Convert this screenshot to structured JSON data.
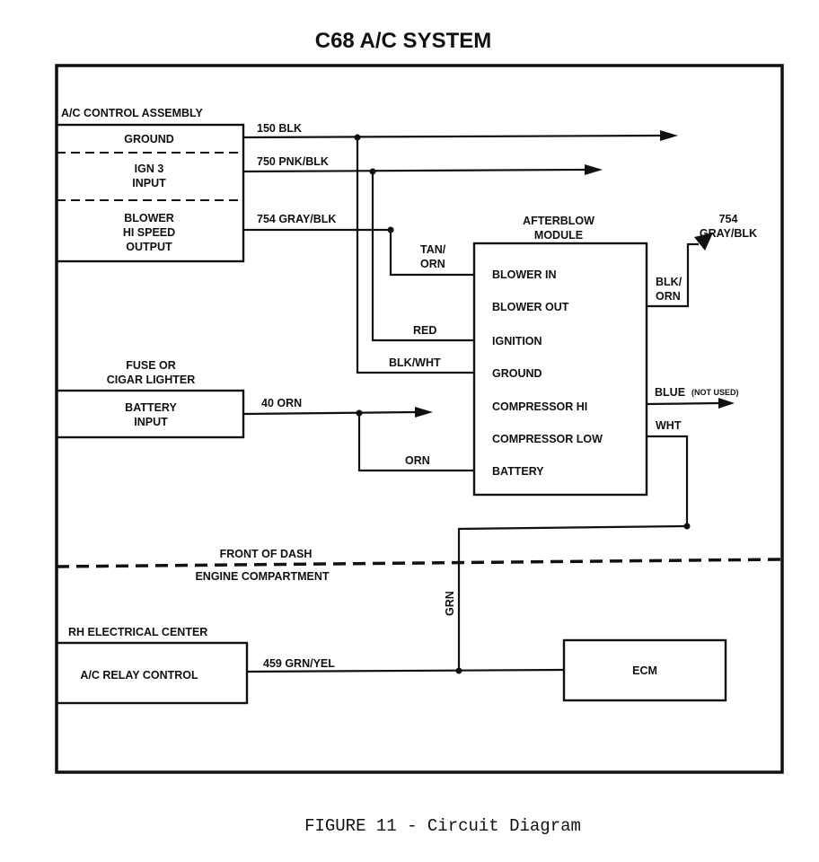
{
  "title": "C68 A/C SYSTEM",
  "caption": "FIGURE 11 - Circuit Diagram",
  "ac_control": {
    "heading": "A/C CONTROL ASSEMBLY",
    "ground": "GROUND",
    "ign3_line1": "IGN 3",
    "ign3_line2": "INPUT",
    "blower_line1": "BLOWER",
    "blower_line2": "HI SPEED",
    "blower_line3": "OUTPUT"
  },
  "fuse": {
    "heading_line1": "FUSE OR",
    "heading_line2": "CIGAR LIGHTER",
    "battery_line1": "BATTERY",
    "battery_line2": "INPUT"
  },
  "afterblow": {
    "heading_line1": "AFTERBLOW",
    "heading_line2": "MODULE",
    "pins": [
      "BLOWER IN",
      "BLOWER OUT",
      "IGNITION",
      "GROUND",
      "COMPRESSOR HI",
      "COMPRESSOR LOW",
      "BATTERY"
    ]
  },
  "wires": {
    "w150": "150 BLK",
    "w750": "750 PNK/BLK",
    "w754": "754 GRAY/BLK",
    "tan_line1": "TAN/",
    "tan_line2": "ORN",
    "red": "RED",
    "blkwht": "BLK/WHT",
    "w40": "40 ORN",
    "orn": "ORN",
    "out754_line1": "754",
    "out754_line2": "GRAY/BLK",
    "blkorn_line1": "BLK/",
    "blkorn_line2": "ORN",
    "blue": "BLUE",
    "not_used": "(NOT USED)",
    "wht": "WHT",
    "grn": "GRN",
    "w459": "459 GRN/YEL"
  },
  "dash": {
    "front": "FRONT OF DASH",
    "engine": "ENGINE COMPARTMENT"
  },
  "rh_center": {
    "heading": "RH ELECTRICAL CENTER",
    "relay": "A/C RELAY CONTROL"
  },
  "ecm": "ECM"
}
